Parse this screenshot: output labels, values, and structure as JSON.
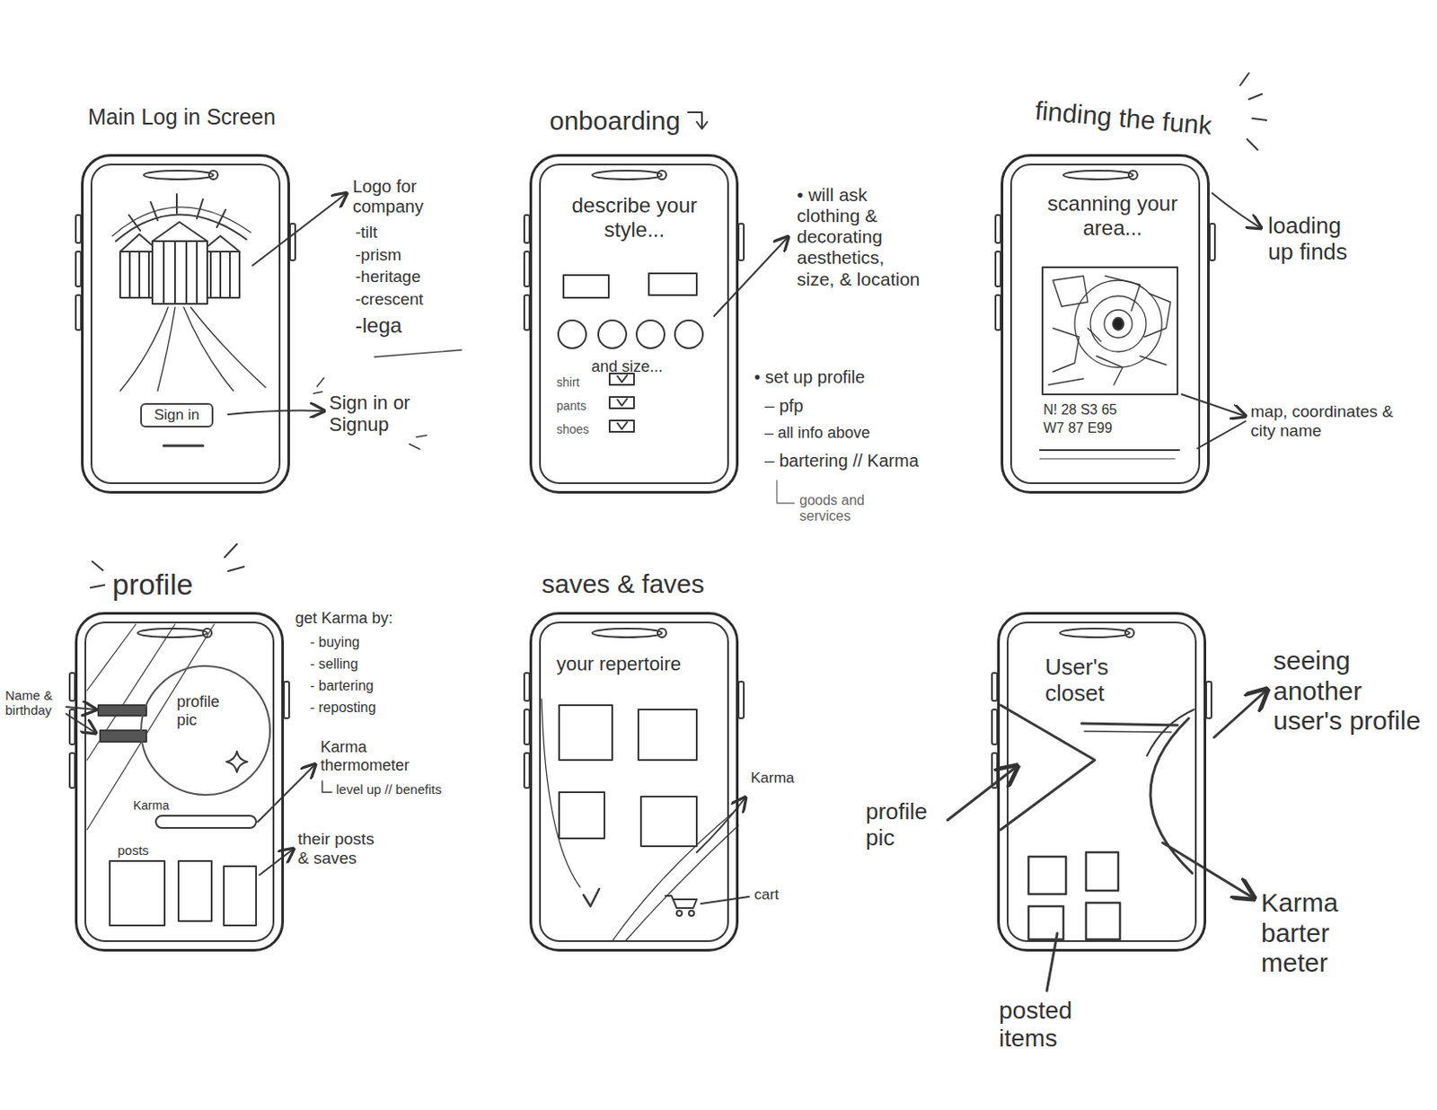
{
  "diagram": {
    "nodes": [
      {
        "text": [
          "Main Log in Screen"
        ]
      },
      {
        "text": [
          "Sign in"
        ],
        "in": 0
      },
      {
        "text": [
          "onboarding",
          "describe your style...",
          "and size...",
          "shirt",
          "pants",
          "shoes"
        ]
      },
      {
        "text": [
          "finding the funk",
          "scanning your area...",
          "N! 28 S3 65",
          "W7 87 E99"
        ]
      },
      {
        "text": [
          "profile",
          "Karma",
          "posts"
        ]
      },
      {
        "text": [
          "profile pic"
        ],
        "in": 4
      },
      {
        "text": [
          "saves & faves",
          "your repertoire"
        ]
      },
      {
        "text": [
          "User's closet"
        ]
      }
    ],
    "labels": [
      "Logo for company",
      "-tilt",
      "-prism",
      "-heritage",
      "-crescent",
      "-lega",
      "Sign in or Signup",
      "• will ask clothing & decorating aesthetics, size, & location",
      "• set up profile",
      "– pfp",
      "– all info above",
      "– bartering // Karma",
      "goods and services",
      "loading up finds",
      "map, coordinates & city name",
      "Name & birthday",
      "get Karma by:",
      "- buying",
      "- selling",
      "- bartering",
      "- reposting",
      "Karma thermometer",
      "level up // benefits",
      "their posts & saves",
      "Karma",
      "cart",
      "seeing another user's profile",
      "profile pic",
      "Karma barter meter",
      "posted items"
    ]
  }
}
